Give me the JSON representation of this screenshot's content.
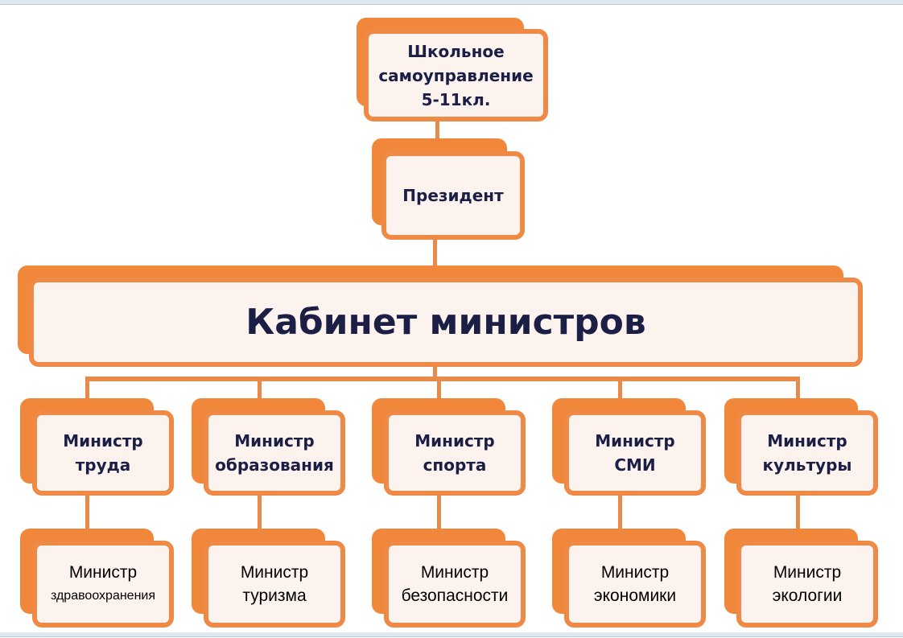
{
  "top": {
    "lines": [
      "Школьное",
      "самоуправление",
      "5-11кл."
    ]
  },
  "president": {
    "label": "Президент"
  },
  "cabinet": {
    "label": "Кабинет министров"
  },
  "row1": [
    {
      "lines": [
        "Министр",
        "труда"
      ]
    },
    {
      "lines": [
        "Министр",
        "образования"
      ]
    },
    {
      "lines": [
        "Министр",
        "спорта"
      ]
    },
    {
      "lines": [
        "Министр",
        "СМИ"
      ]
    },
    {
      "lines": [
        "Министр",
        "культуры"
      ]
    }
  ],
  "row2": [
    {
      "lines": [
        "Министр",
        "здравоохранения"
      ]
    },
    {
      "lines": [
        "Министр",
        "туризма"
      ]
    },
    {
      "lines": [
        "Министр",
        "безопасности"
      ]
    },
    {
      "lines": [
        "Министр",
        "экономики"
      ]
    },
    {
      "lines": [
        "Министр",
        "экологии"
      ]
    }
  ],
  "colors": {
    "orange": "#f0873a",
    "fill": "#fdf3ee",
    "text": "#1b1f45"
  }
}
